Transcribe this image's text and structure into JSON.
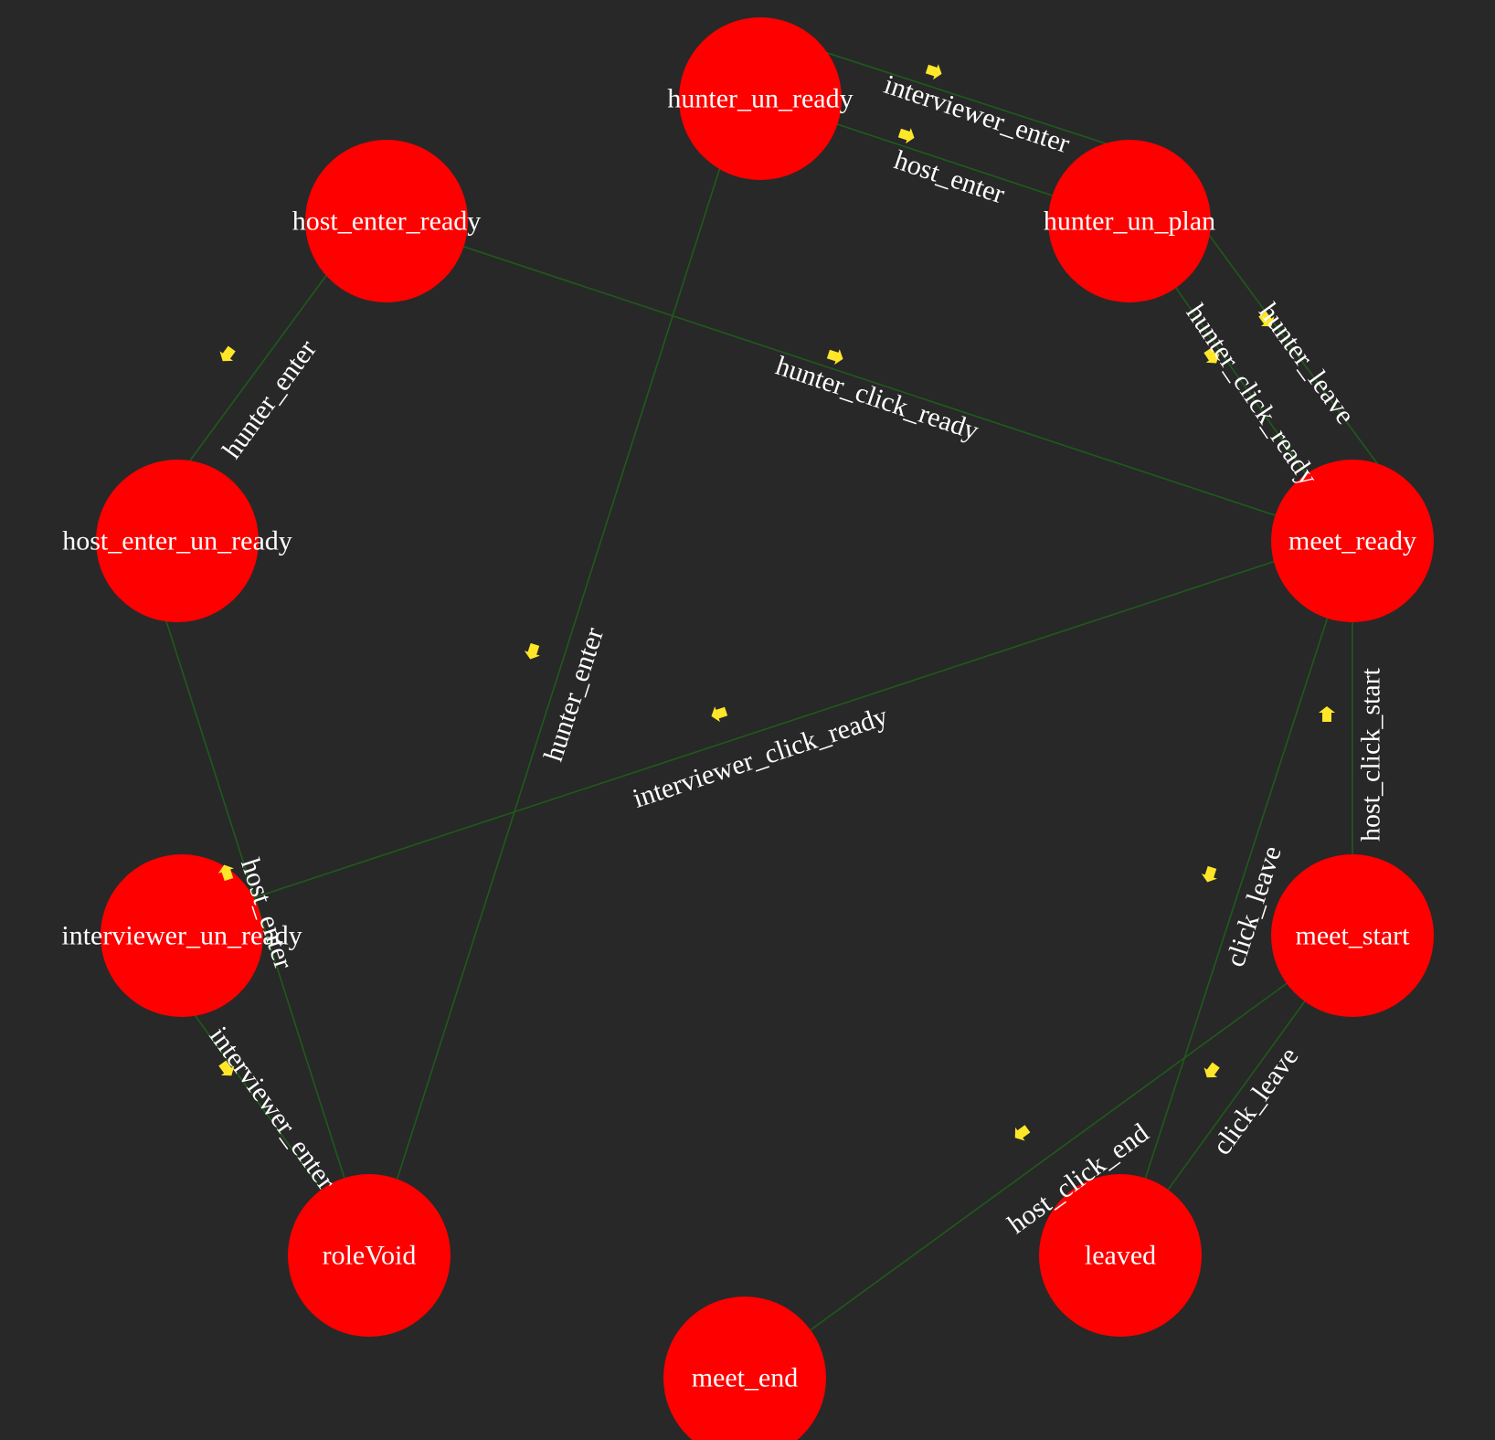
{
  "colors": {
    "background": "#282828",
    "node": "#ff0000",
    "edge": "#1f5a1a",
    "arrow": "#ffe629",
    "text": "#ffffff"
  },
  "nodes": [
    {
      "id": "hunter_un_ready",
      "label": "hunter_un_ready"
    },
    {
      "id": "hunter_un_plan",
      "label": "hunter_un_plan"
    },
    {
      "id": "meet_ready",
      "label": "meet_ready"
    },
    {
      "id": "meet_start",
      "label": "meet_start"
    },
    {
      "id": "leaved",
      "label": "leaved"
    },
    {
      "id": "meet_end",
      "label": "meet_end"
    },
    {
      "id": "roleVoid",
      "label": "roleVoid"
    },
    {
      "id": "interviewer_un_ready",
      "label": "interviewer_un_ready"
    },
    {
      "id": "host_enter_un_ready",
      "label": "host_enter_un_ready"
    },
    {
      "id": "host_enter_ready",
      "label": "host_enter_ready"
    }
  ],
  "edges": [
    {
      "id": "e1",
      "source": "hunter_un_ready",
      "target": "hunter_un_plan",
      "label": "interviewer_enter",
      "arrow_icon": "arrow-icon"
    },
    {
      "id": "e2",
      "source": "hunter_un_ready",
      "target": "hunter_un_plan",
      "label": "host_enter",
      "arrow_icon": "arrow-icon"
    },
    {
      "id": "e3",
      "source": "hunter_un_plan",
      "target": "meet_ready",
      "label": "hunter_leave",
      "arrow_icon": "arrow-icon"
    },
    {
      "id": "e4",
      "source": "hunter_un_plan",
      "target": "meet_ready",
      "label": "hunter_click_ready",
      "arrow_icon": "arrow-icon"
    },
    {
      "id": "e5",
      "source": "host_enter_ready",
      "target": "meet_ready",
      "label": "hunter_click_ready",
      "arrow_icon": "arrow-icon"
    },
    {
      "id": "e6",
      "source": "host_enter_ready",
      "target": "host_enter_un_ready",
      "label": "hunter_enter",
      "arrow_icon": "arrow-icon"
    },
    {
      "id": "e7",
      "source": "hunter_un_ready",
      "target": "roleVoid",
      "label": "hunter_enter",
      "arrow_icon": "arrow-icon"
    },
    {
      "id": "e8",
      "source": "meet_ready",
      "target": "interviewer_un_ready",
      "label": "interviewer_click_ready",
      "arrow_icon": "arrow-icon"
    },
    {
      "id": "e9",
      "source": "meet_ready",
      "target": "meet_start",
      "label": "host_click_start",
      "arrow_icon": "arrow-icon"
    },
    {
      "id": "e10",
      "source": "meet_ready",
      "target": "leaved",
      "label": "click_leave",
      "arrow_icon": "arrow-icon"
    },
    {
      "id": "e11",
      "source": "meet_start",
      "target": "leaved",
      "label": "click_leave",
      "arrow_icon": "arrow-icon"
    },
    {
      "id": "e12",
      "source": "meet_start",
      "target": "meet_end",
      "label": "host_click_end",
      "arrow_icon": "arrow-icon"
    },
    {
      "id": "e13",
      "source": "host_enter_un_ready",
      "target": "roleVoid",
      "label": "host_enter",
      "arrow_icon": "arrow-icon"
    },
    {
      "id": "e14",
      "source": "interviewer_un_ready",
      "target": "roleVoid",
      "label": "interviewer_enter",
      "arrow_icon": "arrow-icon"
    }
  ]
}
